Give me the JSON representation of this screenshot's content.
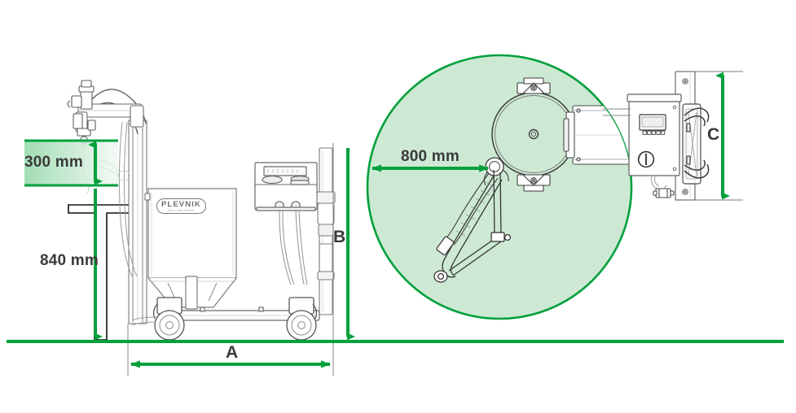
{
  "figure": {
    "kind": "technical-dimension-drawing",
    "background_color": "#ffffff",
    "accent_green": "#00a03c",
    "accent_green_dark": "#009a39",
    "detail_fill": "#cde9d4",
    "line_gray": "#6f6f6f",
    "line_dark": "#1a1a1a",
    "text_color": "#3a3a3a"
  },
  "dimensions": {
    "height_300": {
      "label": "300 mm",
      "orientation": "vertical",
      "arrow": "double"
    },
    "height_840": {
      "label": "840 mm",
      "orientation": "vertical",
      "arrow": "single-down"
    },
    "reach_800": {
      "label": "800 mm",
      "orientation": "horizontal",
      "arrow": "double"
    },
    "length_a": {
      "label": "A",
      "orientation": "horizontal",
      "arrow": "double"
    },
    "height_b": {
      "label": "B",
      "orientation": "vertical",
      "arrow": "single-down"
    },
    "height_c": {
      "label": "C",
      "orientation": "vertical",
      "arrow": "double"
    }
  },
  "machine": {
    "brand_plate": {
      "name": "PLEVNIK",
      "subtitle": "MILK MACHINES"
    }
  },
  "detail_view": {
    "type": "magnified-top-view",
    "shape": "circle",
    "contents": "rotary vat with swing arm and hose"
  }
}
